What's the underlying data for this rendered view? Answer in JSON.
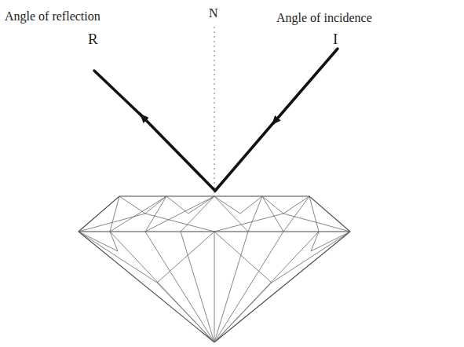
{
  "diagram": {
    "labels": [
      "Angle of reflection",
      "N",
      "Angle of incidence",
      "R",
      "I"
    ]
  }
}
